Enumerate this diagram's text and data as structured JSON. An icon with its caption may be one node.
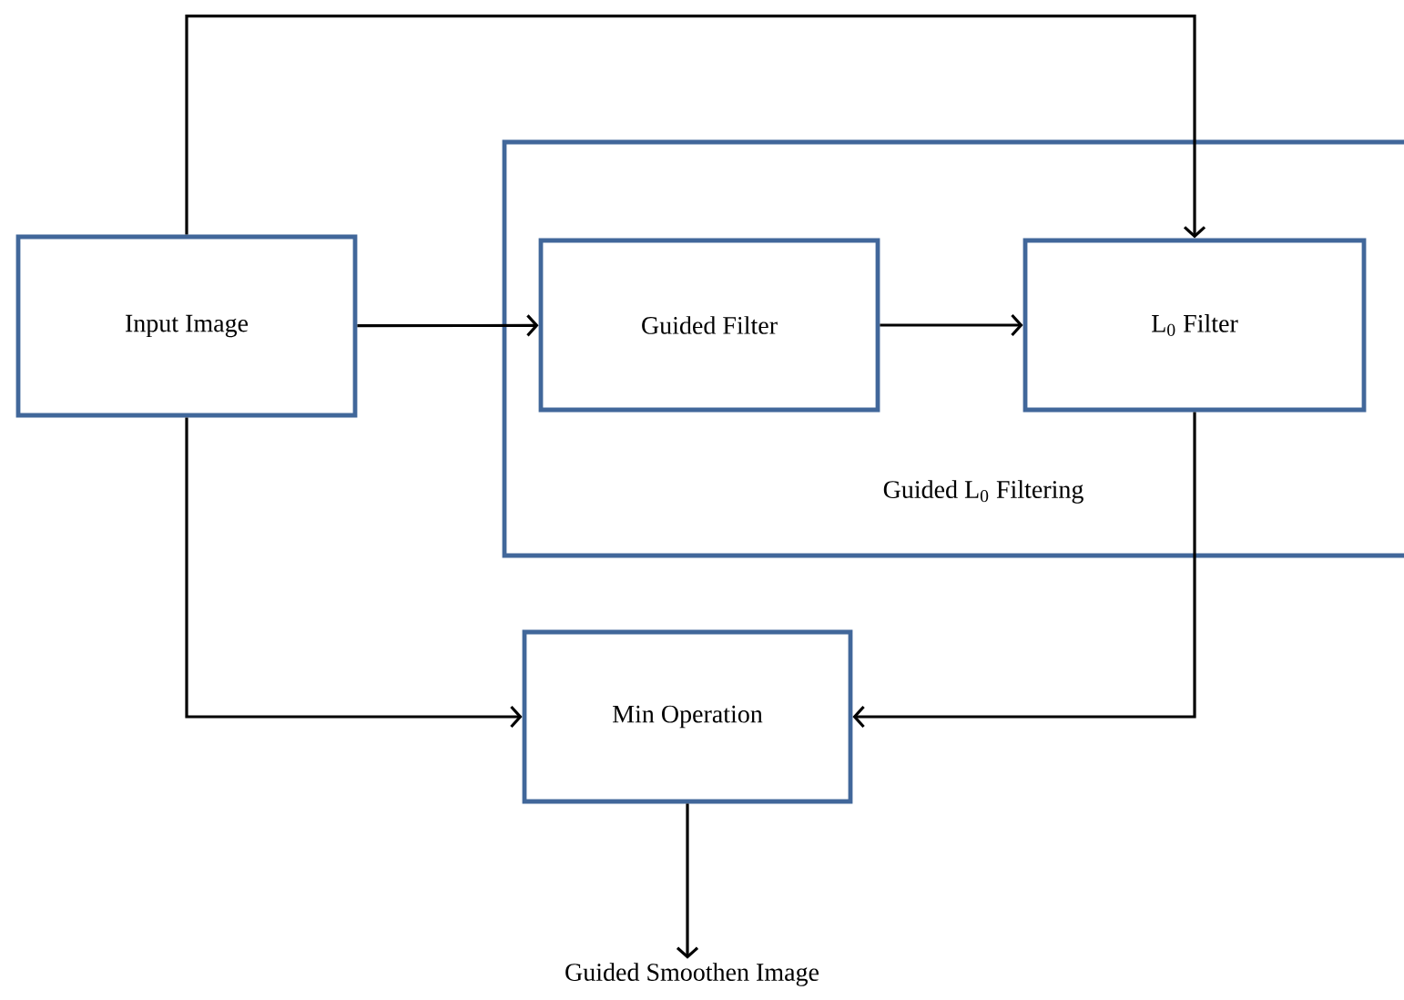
{
  "diagram": {
    "nodes": [
      {
        "text": [
          "Input Image"
        ]
      },
      {
        "text": [
          "Guided L$_{0}$  Filtering"
        ]
      },
      {
        "text": [
          "Guided Filter"
        ],
        "in": 1
      },
      {
        "text": [
          "L$_{0}$ Filter"
        ],
        "in": 1
      },
      {
        "text": [
          "Min Operation"
        ]
      },
      {
        "text": [
          "Guided Smoothen Image"
        ]
      }
    ],
    "edges": [
      {
        "from": 0,
        "to": 2,
        "arrow": "to"
      },
      {
        "from": 2,
        "to": 3,
        "arrow": "to"
      },
      {
        "from": 0,
        "to": 3,
        "arrow": "to"
      },
      {
        "from": 0,
        "to": 4,
        "arrow": "to"
      },
      {
        "from": 3,
        "to": 4,
        "arrow": "to"
      },
      {
        "from": 4,
        "to": 5,
        "arrow": "to"
      }
    ]
  }
}
